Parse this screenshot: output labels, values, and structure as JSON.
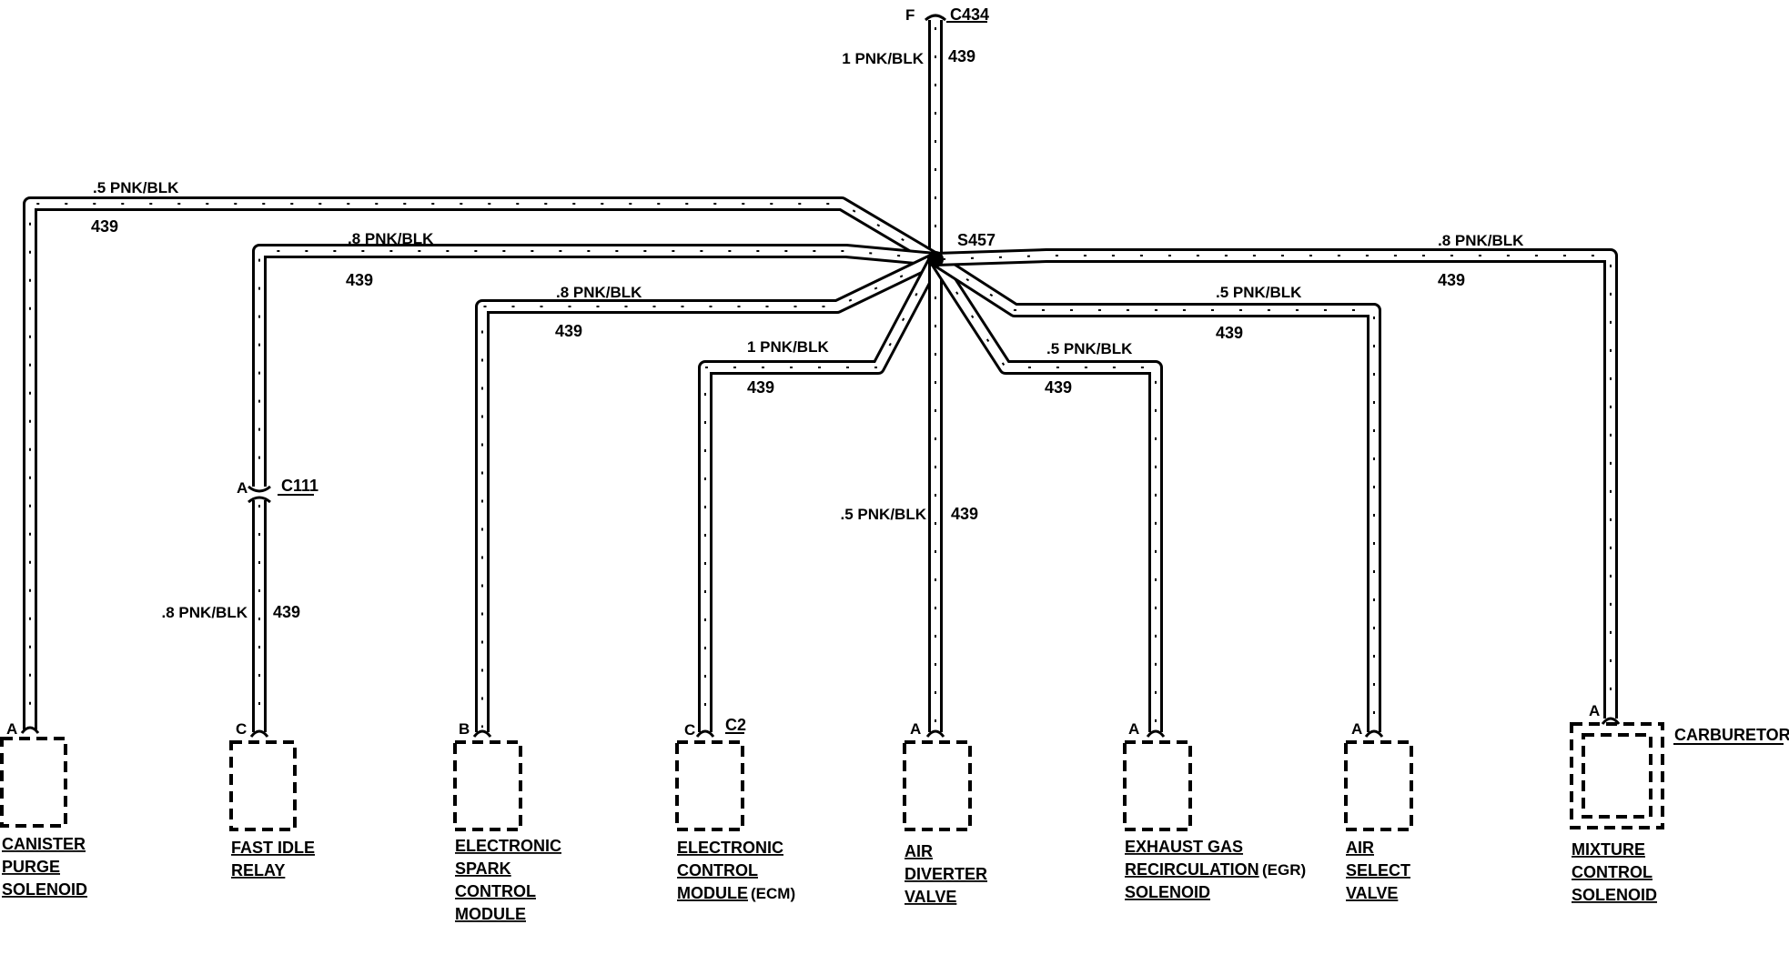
{
  "colors": {
    "wire": "#000000",
    "background": "#ffffff"
  },
  "top_connector": {
    "pin": "F",
    "name": "C434"
  },
  "feed_wire": {
    "gauge_color": "1 PNK/BLK",
    "circuit": "439"
  },
  "splice": {
    "name": "S457"
  },
  "inline_connector": {
    "pin": "A",
    "name": "C111"
  },
  "branches": [
    {
      "id": "canister",
      "gauge_color": ".5 PNK/BLK",
      "circuit": "439",
      "pin": "A",
      "component_lines": [
        "CANISTER",
        "PURGE",
        "SOLENOID"
      ]
    },
    {
      "id": "fast-idle",
      "gauge_color": ".8 PNK/BLK",
      "circuit": "439",
      "lower_gauge_color": ".8 PNK/BLK",
      "lower_circuit": "439",
      "pin": "C",
      "component_lines": [
        "FAST IDLE",
        "RELAY"
      ]
    },
    {
      "id": "spark",
      "gauge_color": ".8 PNK/BLK",
      "circuit": "439",
      "pin": "B",
      "component_lines": [
        "ELECTRONIC",
        "SPARK",
        "CONTROL",
        "MODULE"
      ]
    },
    {
      "id": "ecm",
      "gauge_color": "1 PNK/BLK",
      "circuit": "439",
      "pin": "C",
      "connector": "C2",
      "component_lines": [
        "ELECTRONIC",
        "CONTROL",
        "MODULE"
      ],
      "component_suffix": "(ECM)"
    },
    {
      "id": "air-diverter",
      "gauge_color": ".5 PNK/BLK",
      "circuit": "439",
      "pin": "A",
      "component_lines": [
        "AIR",
        "DIVERTER",
        "VALVE"
      ]
    },
    {
      "id": "egr",
      "gauge_color": ".5 PNK/BLK",
      "circuit": "439",
      "pin": "A",
      "component_lines": [
        "EXHAUST GAS",
        "RECIRCULATION",
        "SOLENOID"
      ],
      "component_suffix": "(EGR)"
    },
    {
      "id": "air-select",
      "gauge_color": ".5 PNK/BLK",
      "circuit": "439",
      "pin": "A",
      "component_lines": [
        "AIR",
        "SELECT",
        "VALVE"
      ]
    },
    {
      "id": "mixture",
      "gauge_color": ".8 PNK/BLK",
      "circuit": "439",
      "pin": "A",
      "component_lines": [
        "MIXTURE",
        "CONTROL",
        "SOLENOID"
      ],
      "parent_label": "CARBURETOR"
    }
  ]
}
